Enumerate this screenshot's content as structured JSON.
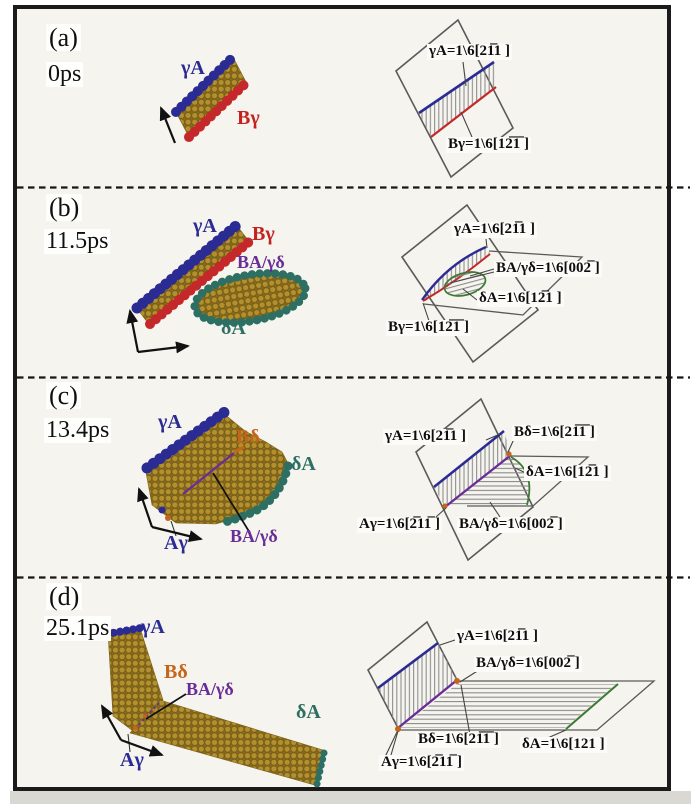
{
  "figure": {
    "colors": {
      "gold_atoms": "#b3902c",
      "blue_partial": "#2b2b94",
      "red_partial": "#c5221f",
      "teal_partial": "#2d6f63",
      "purple_partial": "#682d96",
      "orange_partial": "#c5651a",
      "green_line": "#3c7a35",
      "panel_bg": "#f6f4ee"
    },
    "panels": [
      {
        "tag": "(a)",
        "time": "0ps",
        "atom_labels": {
          "gamma_a": "γA",
          "b_gamma": "Bγ"
        },
        "diagram_labels": {
          "gamma_a": "γA=1\\6[21̅1 ]",
          "b_gamma": "Bγ=1\\6[12̅1̅ ]"
        }
      },
      {
        "tag": "(b)",
        "time": "11.5ps",
        "atom_labels": {
          "gamma_a": "γA",
          "b_gamma": "Bγ",
          "ba_gd": "BA/γδ",
          "delta_a": "δA"
        },
        "diagram_labels": {
          "gamma_a": "γA=1\\6[21̅1 ]",
          "ba_gd": "BA/γδ=1\\6[002̅ ]",
          "delta_a": "δA=1\\6[12̅1 ]",
          "b_gamma": "Bγ=1\\6[12̅1̅ ]"
        }
      },
      {
        "tag": "(c)",
        "time": "13.4ps",
        "atom_labels": {
          "gamma_a": "γA",
          "b_delta": "Bδ",
          "delta_a": "δA",
          "ba_gd": "BA/γδ",
          "a_gamma": "Aγ"
        },
        "diagram_labels": {
          "gamma_a": "γA=1\\6[21̅1 ]",
          "b_delta": "Bδ=1\\6[21̅1̅ ]",
          "delta_a": "δA=1\\6[12̅1 ]",
          "a_gamma": "Aγ=1\\6[2̅11̅ ]",
          "ba_gd": "BA/γδ=1\\6[002̅ ]"
        }
      },
      {
        "tag": "(d)",
        "time": "25.1ps",
        "atom_labels": {
          "gamma_a": "γA",
          "b_delta": "Bδ",
          "ba_gd": "BA/γδ",
          "delta_a": "δA",
          "a_gamma": "Aγ"
        },
        "diagram_labels": {
          "gamma_a": "γA=1\\6[21̅1 ]",
          "ba_gd": "BA/γδ=1\\6[002̅ ]",
          "b_delta": "Bδ=1\\6[21̅1̅ ]",
          "delta_a": "δA=1\\6[121 ]",
          "a_gamma": "Aγ=1\\6[2̅11̅ ]"
        }
      }
    ]
  }
}
